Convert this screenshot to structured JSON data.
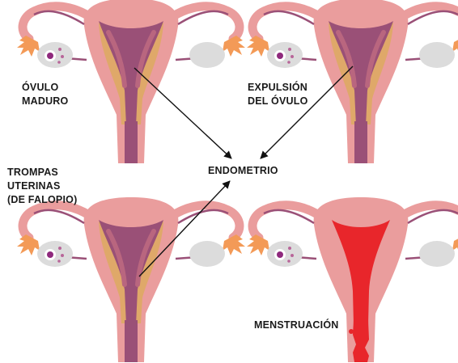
{
  "labels": {
    "ovulo_maduro": [
      "ÓVULO",
      "MADURO"
    ],
    "expulsion": [
      "EXPULSIÓN",
      "DEL ÓVULO"
    ],
    "trompas": [
      "TROMPAS",
      "UTERINAS",
      "(DE FALOPIO)"
    ],
    "endometrio": "ENDOMETRIO",
    "menstruacion": "MENSTRUACIÓN"
  },
  "colors": {
    "uterus": "#ea9d9d",
    "uterus_dark": "#d98686",
    "cavity": "#9a5077",
    "endometrium": "#dfa869",
    "ovary": "#dcdcdc",
    "fimbriae": "#f39a57",
    "egg": "#8f2a7d",
    "blood": "#e8262b",
    "arrow": "#111111"
  }
}
